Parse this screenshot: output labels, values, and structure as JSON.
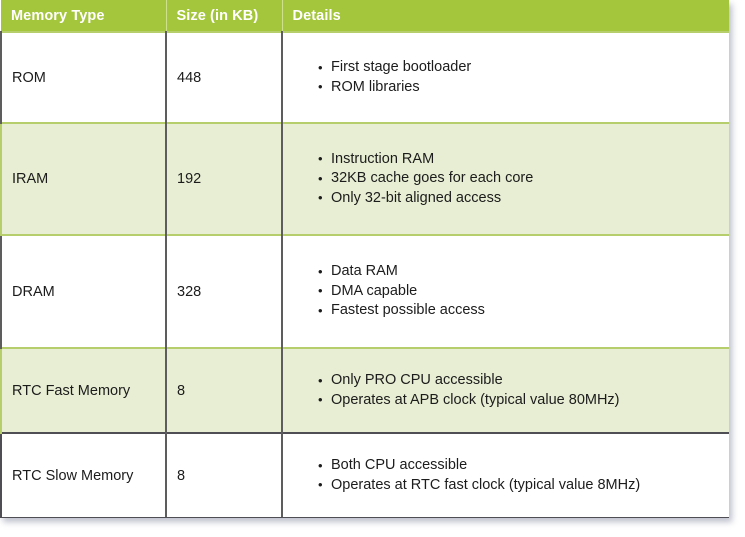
{
  "table": {
    "columns": [
      {
        "key": "memory_type",
        "label": "Memory Type"
      },
      {
        "key": "size_kb",
        "label": "Size (in KB)"
      },
      {
        "key": "details",
        "label": "Details"
      }
    ],
    "rows": [
      {
        "memory_type": "ROM",
        "size_kb": "448",
        "details": [
          "First stage bootloader",
          "ROM libraries"
        ]
      },
      {
        "memory_type": "IRAM",
        "size_kb": "192",
        "details": [
          "Instruction RAM",
          "32KB cache goes for each core",
          "Only 32-bit aligned access"
        ]
      },
      {
        "memory_type": "DRAM",
        "size_kb": "328",
        "details": [
          "Data RAM",
          "DMA capable",
          "Fastest possible access"
        ]
      },
      {
        "memory_type": "RTC Fast Memory",
        "size_kb": "8",
        "details": [
          "Only PRO CPU accessible",
          "Operates at APB clock (typical value 80MHz)"
        ]
      },
      {
        "memory_type": "RTC Slow Memory",
        "size_kb": "8",
        "details": [
          "Both CPU accessible",
          "Operates at RTC fast clock (typical value 8MHz)"
        ]
      }
    ]
  },
  "colors": {
    "header_background": "#a4c63c",
    "header_text": "#ffffff",
    "row_alt_background": "#e7eed3",
    "row_background": "#ffffff",
    "row_separator": "#b6ce6c",
    "column_divider": "#5d5d5d",
    "outer_border_bottom": "#4e4e54",
    "body_text": "#1c1c1c"
  }
}
